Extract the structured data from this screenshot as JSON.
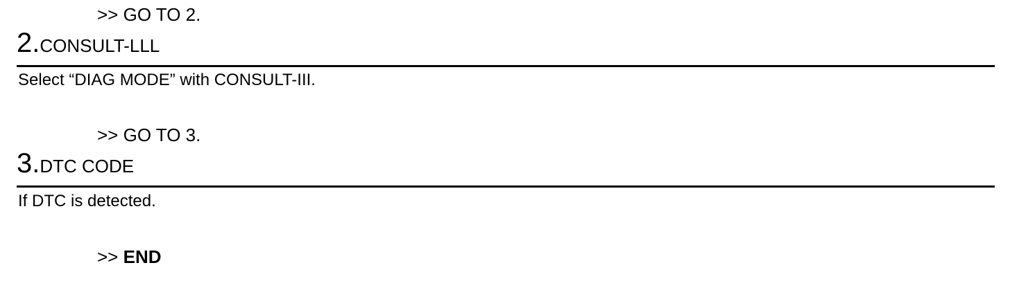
{
  "steps": [
    {
      "goto_prefix": ">>",
      "goto_text": "GO TO 2."
    },
    {
      "number": "2.",
      "title": "CONSULT-LLL",
      "instruction": "Select “DIAG MODE” with CONSULT-III.",
      "goto_prefix": ">>",
      "goto_text": "GO TO 3."
    },
    {
      "number": "3.",
      "title": "DTC CODE",
      "instruction": "If DTC is detected.",
      "goto_prefix": ">>",
      "goto_text": "END"
    }
  ]
}
